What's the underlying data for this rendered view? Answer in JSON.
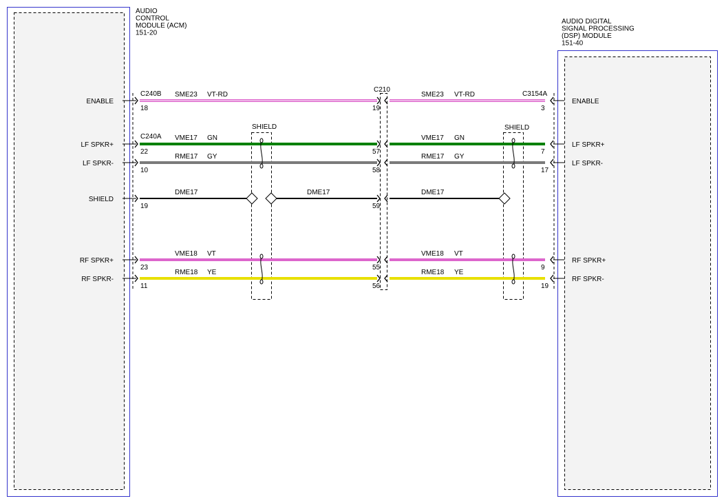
{
  "modules": {
    "acm": {
      "title": [
        "AUDIO",
        "CONTROL",
        "MODULE (ACM)",
        "151-20"
      ]
    },
    "dsp": {
      "title": [
        "AUDIO DIGITAL",
        "SIGNAL PROCESSING",
        "(DSP) MODULE",
        "151-40"
      ]
    }
  },
  "connectors": {
    "acm_enable": "C240B",
    "acm_main": "C240A",
    "inline": "C210",
    "dsp": "C3154A"
  },
  "shield_label": "SHIELD",
  "colors": {
    "module_border": "#3333cc",
    "VT-RD": "#dd66cc",
    "GN": "#008000",
    "GY": "#7a7a7a",
    "BK": "#000000",
    "VT": "#dd66cc",
    "YE": "#e8e000"
  },
  "signals": [
    {
      "id": "enable",
      "left_label": "ENABLE",
      "right_label": "ENABLE",
      "circuit": "SME23",
      "color_code": "VT-RD",
      "pin_acm": "18",
      "pin_c210_left": "19",
      "pin_dsp": "3"
    },
    {
      "id": "lf-pos",
      "left_label": "LF SPKR+",
      "right_label": "LF SPKR+",
      "circuit": "VME17",
      "color_code": "GN",
      "pin_acm": "22",
      "pin_c210_left": "57",
      "pin_dsp": "7"
    },
    {
      "id": "lf-neg",
      "left_label": "LF SPKR-",
      "right_label": "LF SPKR-",
      "circuit": "RME17",
      "color_code": "GY",
      "pin_acm": "10",
      "pin_c210_left": "58",
      "pin_dsp": "17"
    },
    {
      "id": "shield",
      "left_label": "SHIELD",
      "right_label": "",
      "circuit": "DME17",
      "color_code": "",
      "pin_acm": "19",
      "pin_c210_left": "59",
      "pin_dsp": ""
    },
    {
      "id": "rf-pos",
      "left_label": "RF SPKR+",
      "right_label": "RF SPKR+",
      "circuit": "VME18",
      "color_code": "VT",
      "pin_acm": "23",
      "pin_c210_left": "55",
      "pin_dsp": "9"
    },
    {
      "id": "rf-neg",
      "left_label": "RF SPKR-",
      "right_label": "RF SPKR-",
      "circuit": "RME18",
      "color_code": "YE",
      "pin_acm": "11",
      "pin_c210_left": "56",
      "pin_dsp": "19"
    }
  ]
}
